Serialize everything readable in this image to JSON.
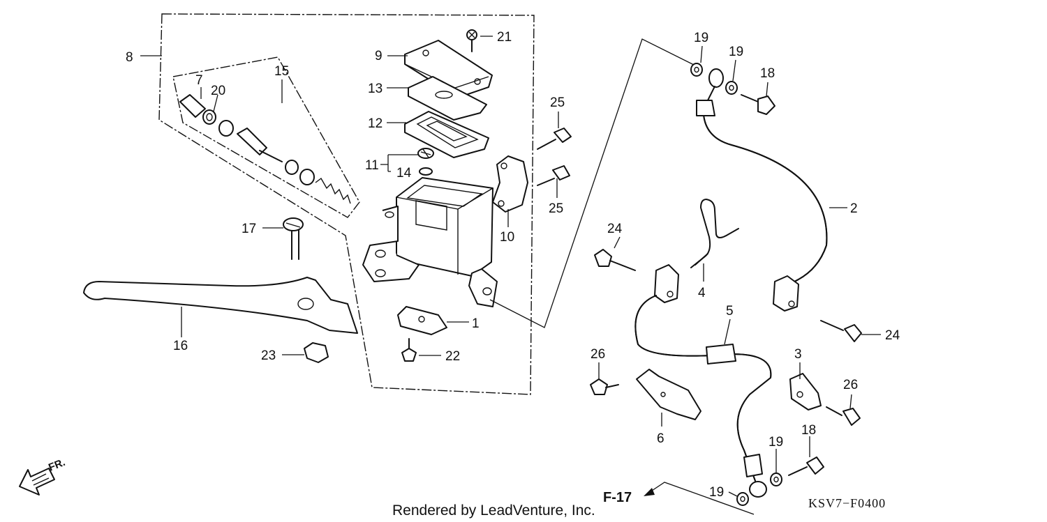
{
  "callouts": {
    "c1": "1",
    "c2": "2",
    "c3": "3",
    "c4": "4",
    "c5": "5",
    "c6": "6",
    "c7": "7",
    "c8": "8",
    "c9": "9",
    "c10": "10",
    "c11": "11",
    "c12": "12",
    "c13": "13",
    "c14": "14",
    "c15": "15",
    "c16": "16",
    "c17": "17",
    "c18a": "18",
    "c18b": "18",
    "c19a": "19",
    "c19b": "19",
    "c19c": "19",
    "c19d": "19",
    "c20": "20",
    "c21": "21",
    "c22": "22",
    "c23": "23",
    "c24a": "24",
    "c24b": "24",
    "c25a": "25",
    "c25b": "25",
    "c26a": "26",
    "c26b": "26"
  },
  "reference": "F-17",
  "direction": "FR.",
  "diagram_code": "KSV7−F0400",
  "credit": "Rendered by LeadVenture, Inc."
}
